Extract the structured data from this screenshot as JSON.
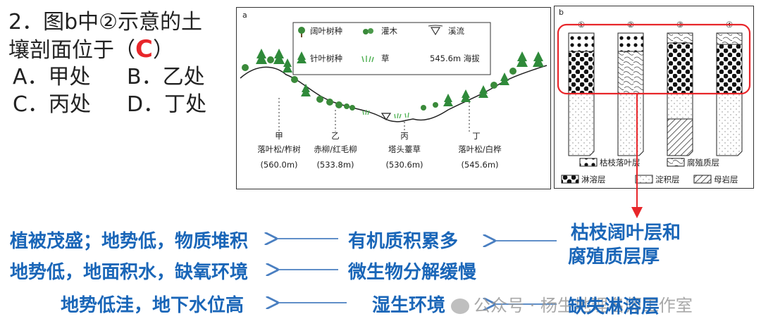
{
  "question": {
    "stem_line1": "2．图b中②示意的土",
    "stem_line2_prefix": "壤剖面位于（",
    "answer": "C",
    "stem_line2_suffix": "）",
    "option_a": "A．甲处",
    "option_b": "B．乙处",
    "option_c": "C．丙处",
    "option_d": "D．丁处"
  },
  "figure_a": {
    "label": "a",
    "legend": {
      "broadleaf": "阔叶树种",
      "shrub": "灌木",
      "stream": "溪流",
      "conifer": "针叶树种",
      "grass": "草",
      "altitude": "545.6m 海拔"
    },
    "sites": [
      {
        "name": "甲",
        "veg": "落叶松/柞树",
        "alt": "(560.0m)"
      },
      {
        "name": "乙",
        "veg": "赤柳/红毛柳",
        "alt": "(533.8m)"
      },
      {
        "name": "丙",
        "veg": "塔头薹草",
        "alt": "(530.6m)"
      },
      {
        "name": "丁",
        "veg": "落叶松/白桦",
        "alt": "(545.6m)"
      }
    ]
  },
  "figure_b": {
    "label": "b",
    "profiles": [
      "①",
      "②",
      "③",
      "④"
    ],
    "legend": {
      "litter": "枯枝落叶层",
      "humus": "腐殖质层",
      "eluvial": "淋溶层",
      "deposit": "淀积层",
      "parent": "母岩层"
    }
  },
  "reasoning": {
    "row1_cause": "植被茂盛；地势低，物质堆积",
    "row1_mid": "有机质积累多",
    "row1_obs_line1": "枯枝阔叶层和",
    "row1_obs_line2": "腐殖质层厚",
    "row2_cause": "地势低，地面积水，缺氧环境",
    "row2_mid": "微生物分解缓慢",
    "row3_cause": "地势低洼，地下水位高",
    "row3_mid": "湿生环境",
    "row3_obs": "缺失淋溶层"
  },
  "watermark": "公众号 · 杨生地理名师工作室",
  "colors": {
    "accent_blue": "#1a66b8",
    "answer_red": "#e8262a",
    "highlight_red": "#e8262a"
  }
}
